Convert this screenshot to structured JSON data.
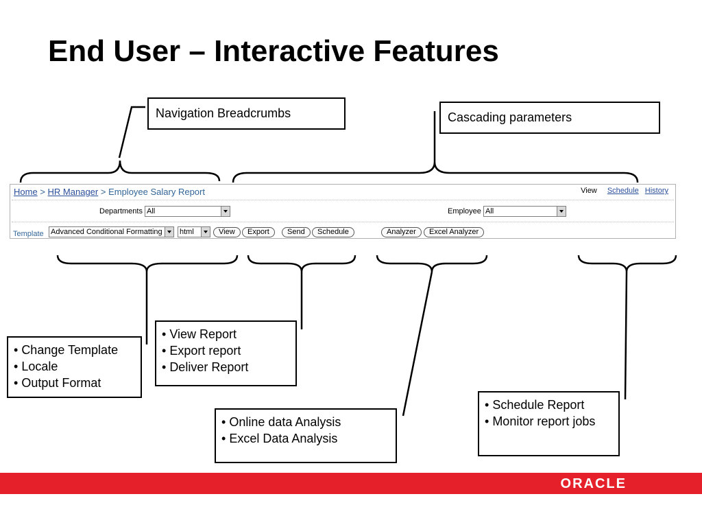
{
  "slide": {
    "title": "End User – Interactive Features"
  },
  "callouts": {
    "breadcrumbs": "Navigation Breadcrumbs",
    "cascading": "Cascading parameters",
    "template": [
      "Change Template",
      "Locale",
      "Output Format"
    ],
    "view": [
      "View Report",
      "Export report",
      "Deliver Report"
    ],
    "analysis": [
      "Online data Analysis",
      "Excel Data Analysis"
    ],
    "schedule": [
      "Schedule Report",
      "Monitor report jobs"
    ]
  },
  "report": {
    "breadcrumb": {
      "home": "Home",
      "sep": ">",
      "hr": "HR Manager",
      "current": "Employee Salary Report"
    },
    "toplinks": {
      "view": "View",
      "schedule": "Schedule",
      "history": "History"
    },
    "params": {
      "departments_label": "Departments",
      "departments_value": "All",
      "employee_label": "Employee",
      "employee_value": "All"
    },
    "template_label": "Template",
    "template_value": "Advanced Conditional Formatting",
    "format_value": "html",
    "buttons": {
      "view": "View",
      "export": "Export",
      "send": "Send",
      "schedule": "Schedule",
      "analyzer": "Analyzer",
      "excel_analyzer": "Excel Analyzer"
    }
  },
  "footer": {
    "logo": "ORACLE"
  }
}
